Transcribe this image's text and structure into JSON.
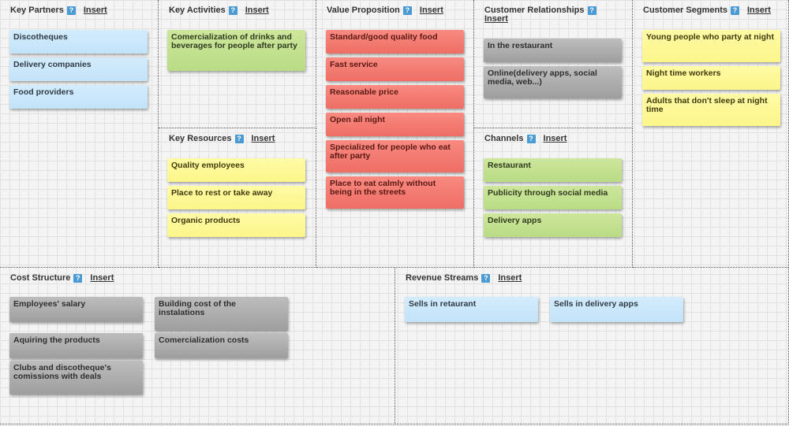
{
  "icon_glyph": "?",
  "sections": {
    "key_partners": {
      "title": "Key Partners",
      "insert": "Insert",
      "notes": [
        "Discotheques",
        "Delivery companies",
        "Food providers"
      ]
    },
    "key_activities": {
      "title": "Key Activities",
      "insert": "Insert",
      "notes": [
        "Comercialization of drinks and beverages for people after party"
      ]
    },
    "key_resources": {
      "title": "Key Resources",
      "insert": "Insert",
      "notes": [
        "Quality employees",
        "Place to rest or take away",
        "Organic products"
      ]
    },
    "value_proposition": {
      "title": "Value Proposition",
      "insert": "Insert",
      "notes": [
        "Standard/good quality food",
        "Fast service",
        "Reasonable price",
        "Open all night",
        "Specialized for people who eat after party",
        "Place to eat calmly without being in the streets"
      ]
    },
    "customer_relationships": {
      "title": "Customer Relationships",
      "insert": "Insert",
      "notes": [
        "In the restaurant",
        "Online(delivery apps, social media, web...)"
      ]
    },
    "channels": {
      "title": "Channels",
      "insert": "Insert",
      "notes": [
        "Restaurant",
        "Publicity through social media",
        "Delivery apps"
      ]
    },
    "customer_segments": {
      "title": "Customer Segments",
      "insert": "Insert",
      "notes": [
        "Young people who party at night",
        "Night time workers",
        "Adults that don't sleep at night time"
      ]
    },
    "cost_structure": {
      "title": "Cost Structure",
      "insert": "Insert",
      "notes": [
        "Employees' salary",
        "Building cost of the instalations",
        "Aquiring the products",
        "Comercialization costs",
        "Clubs and discotheque's comissions with deals"
      ]
    },
    "revenue_streams": {
      "title": "Revenue Streams",
      "insert": "Insert",
      "notes": [
        "Sells in retaurant",
        "Sells in delivery apps"
      ]
    }
  },
  "colors": {
    "blue": "#c8e7fb",
    "green": "#c1e08d",
    "red": "#f37b72",
    "grey": "#a9a9a9",
    "yellow": "#fdf797",
    "help_icon": "#4a9ad4"
  }
}
